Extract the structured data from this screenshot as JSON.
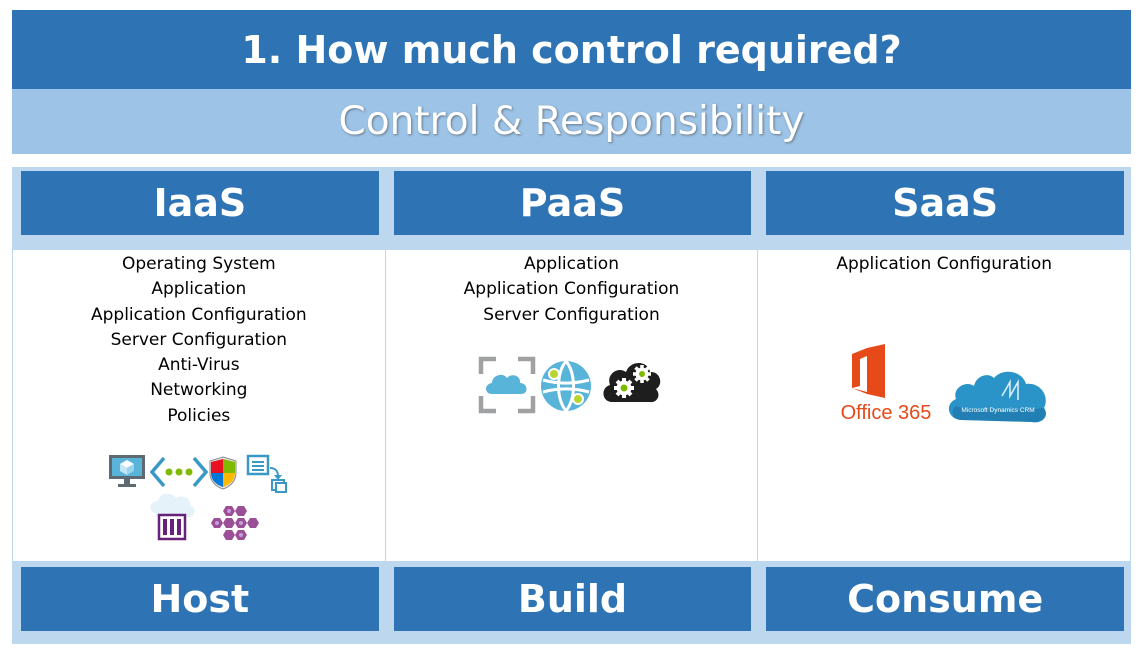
{
  "header": {
    "title": "1. How much control required?",
    "subtitle": "Control & Responsibility"
  },
  "columns": [
    {
      "heading": "IaaS",
      "footer": "Host",
      "items": [
        "Operating System",
        "Application",
        "Application Configuration",
        "Server Configuration",
        "Anti-Virus",
        "Networking",
        "Policies"
      ],
      "icons": [
        "virtual-machine-icon",
        "virtual-network-icon",
        "security-shield-icon",
        "storage-copy-icon",
        "storage-cloud-icon",
        "service-fabric-icon"
      ]
    },
    {
      "heading": "PaaS",
      "footer": "Build",
      "items": [
        "Application",
        "Application Configuration",
        "Server Configuration"
      ],
      "icons": [
        "cloud-service-icon",
        "web-app-icon",
        "cloud-gears-icon"
      ]
    },
    {
      "heading": "SaaS",
      "footer": "Consume",
      "items": [
        "Application Configuration"
      ],
      "icons": [
        "office-365-logo",
        "dynamics-crm-logo"
      ],
      "logo_text": {
        "office": "Office 365",
        "crm": "Microsoft Dynamics CRM"
      }
    }
  ],
  "colors": {
    "primary": "#2e74b5",
    "light": "#9dc3e6",
    "band": "#bdd7ee",
    "office": "#e64a19"
  }
}
